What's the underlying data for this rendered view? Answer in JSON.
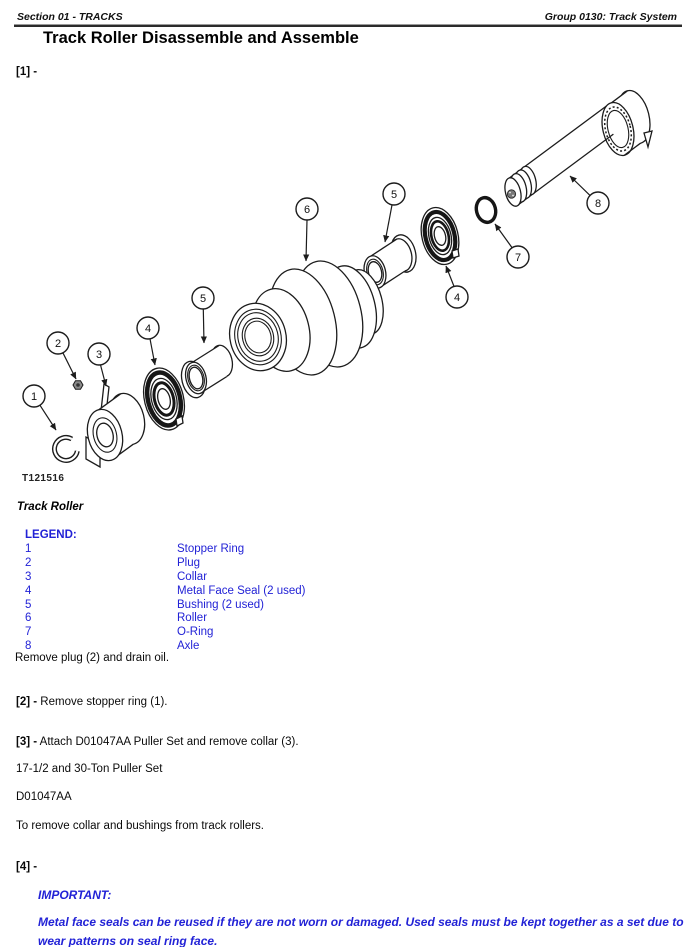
{
  "header": {
    "left": "Section 01 - TRACKS",
    "right": "Group 0130: Track System"
  },
  "title": "Track Roller Disassemble and Assemble",
  "steps": [
    {
      "marker": "[1] -",
      "text": ""
    },
    {
      "marker": "[2] -",
      "text": "Remove stopper ring (1)."
    },
    {
      "marker": "[3] -",
      "text": "Attach D01047AA Puller Set and remove collar (3)."
    },
    {
      "marker": "[4] -",
      "text": ""
    }
  ],
  "figure": {
    "image_id": "T121516",
    "caption": "Track Roller",
    "callouts": [
      "1",
      "2",
      "3",
      "4",
      "5",
      "6",
      "5",
      "4",
      "7",
      "8"
    ],
    "legend": {
      "heading": "LEGEND:",
      "items": [
        {
          "num": "1",
          "name": "Stopper Ring"
        },
        {
          "num": "2",
          "name": "Plug"
        },
        {
          "num": "3",
          "name": "Collar"
        },
        {
          "num": "4",
          "name": "Metal Face Seal (2 used)"
        },
        {
          "num": "5",
          "name": "Bushing (2 used)"
        },
        {
          "num": "6",
          "name": "Roller"
        },
        {
          "num": "7",
          "name": "O-Ring"
        },
        {
          "num": "8",
          "name": "Axle"
        }
      ]
    },
    "after_text": "Remove plug (2) and drain oil."
  },
  "tool_info": {
    "line1": "17-1/2 and 30-Ton Puller Set",
    "line2": "D01047AA",
    "line3": "To remove collar and bushings from track rollers."
  },
  "important": {
    "heading": "IMPORTANT:",
    "body": "Metal face seals can be reused if they are not worn or damaged. Used seals must be kept together as a set due to wear patterns on seal ring face."
  },
  "colors": {
    "accent_blue": "#2222d6",
    "text": "#0a0a0a",
    "figure_line": "#1c1c1c"
  }
}
